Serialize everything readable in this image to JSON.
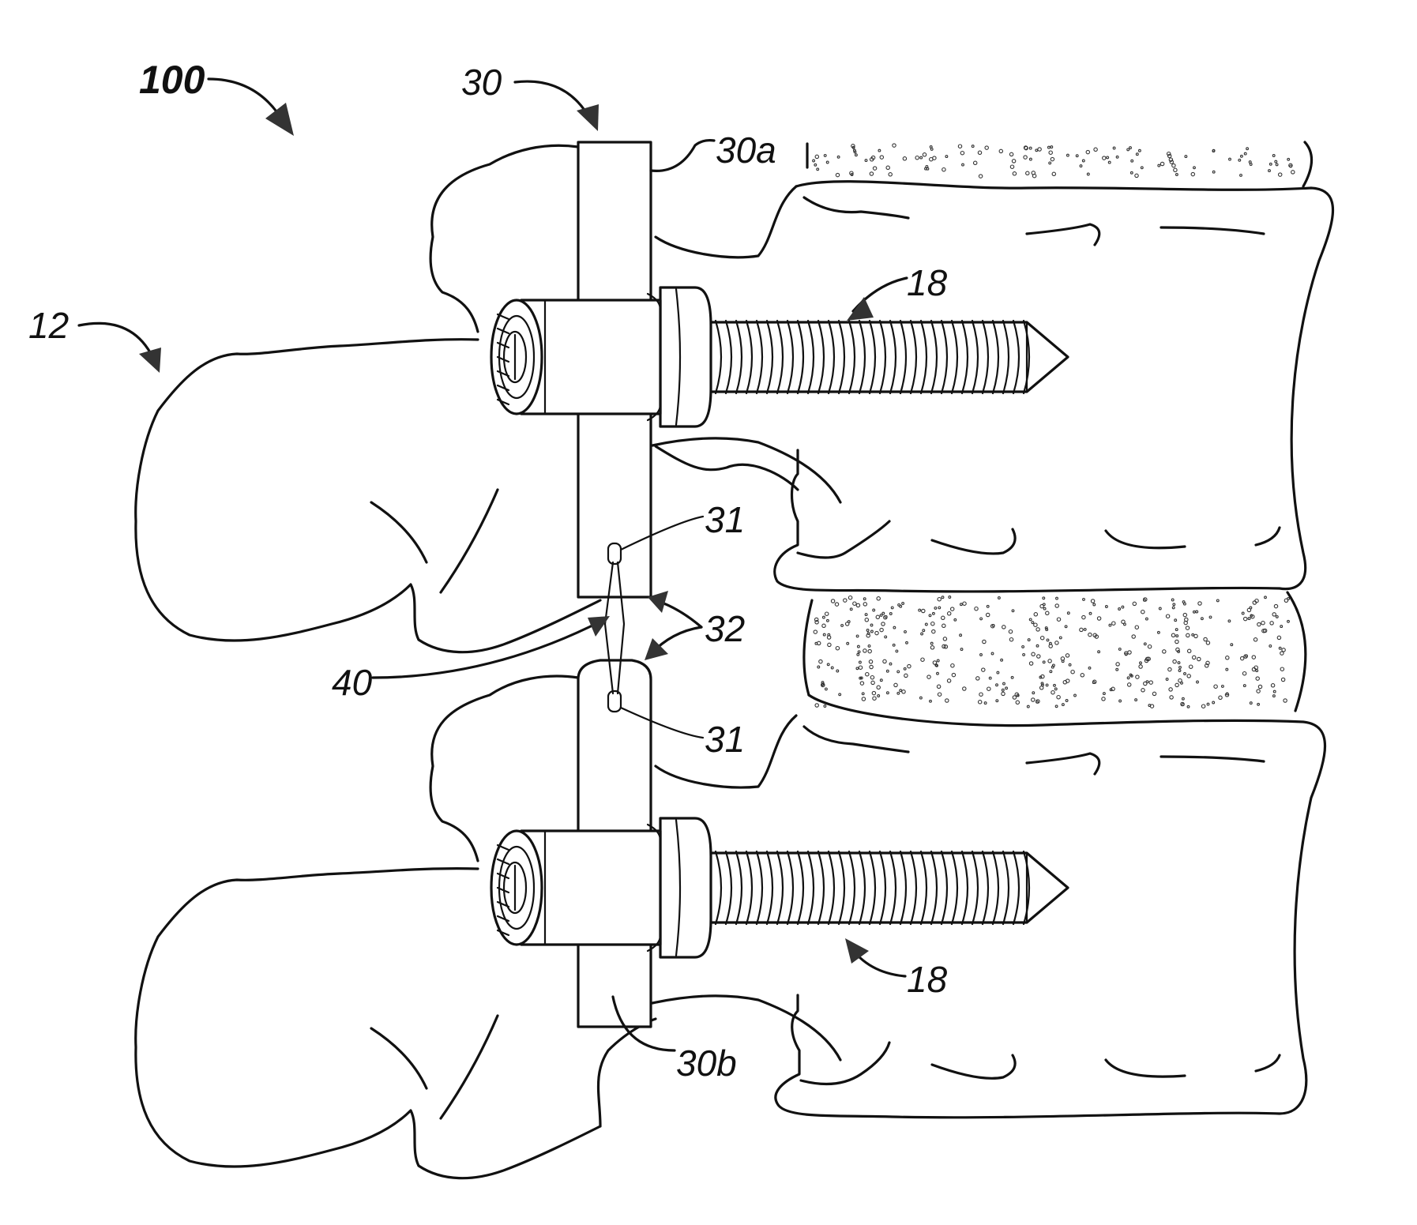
{
  "colors": {
    "line": "#111111",
    "background": "#ffffff"
  },
  "labels": {
    "assembly": "100",
    "spine": "12",
    "rod": "30",
    "rod_upper_end": "30a",
    "rod_lower_end": "30b",
    "screw_upper": "18",
    "screw_lower": "18",
    "aperture_upper": "31",
    "aperture_lower": "31",
    "rod_ends": "32",
    "tether": "40"
  }
}
